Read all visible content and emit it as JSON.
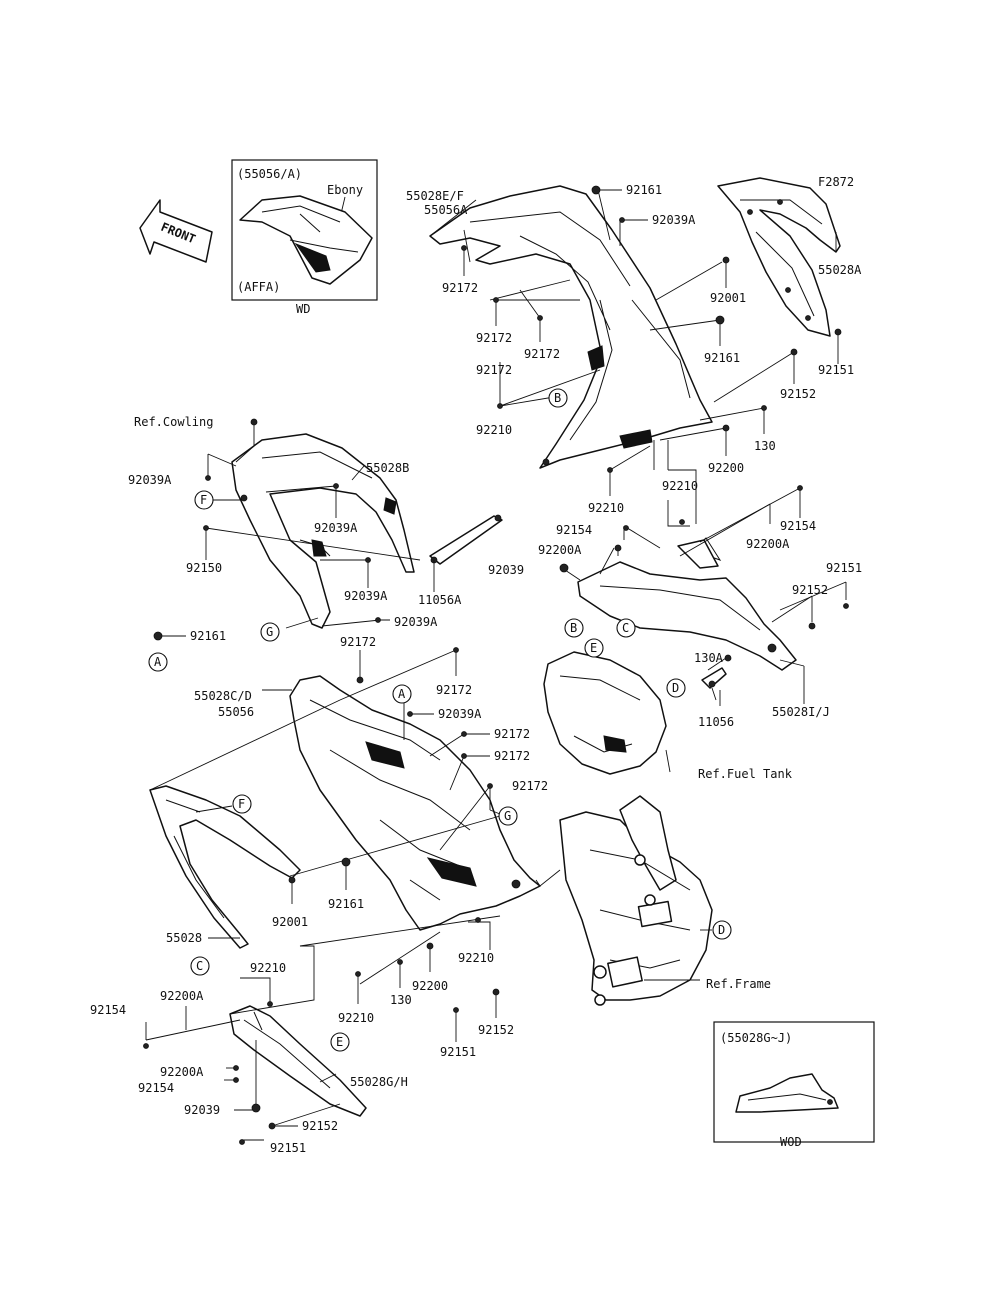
{
  "diagram_code": "F2872",
  "front_label": "FRONT",
  "inset_wd": {
    "header": "(55056/A)",
    "color_note": "Ebony",
    "variant": "(AFFA)",
    "caption": "WD"
  },
  "inset_wod": {
    "header": "(55028G~J)",
    "caption": "WOD"
  },
  "references": {
    "cowling": "Ref.Cowling",
    "fuel_tank": "Ref.Fuel Tank",
    "frame": "Ref.Frame"
  },
  "circle_markers": {
    "A": "A",
    "B": "B",
    "C": "C",
    "D": "D",
    "E": "E",
    "F": "F",
    "G": "G"
  },
  "part_labels": {
    "p55028EF": "55028E/F",
    "p55056A": "55056A",
    "p92161_top": "92161",
    "p92039A_top": "92039A",
    "p92172_a": "92172",
    "p92172_b": "92172",
    "p92172_c": "92172",
    "p92172_d": "92172",
    "p92001_top": "92001",
    "p92161_mid": "92161",
    "p55028A": "55028A",
    "p92151_top": "92151",
    "p92152_top": "92152",
    "p92210_a": "92210",
    "p130_top": "130",
    "p92200_top": "92200",
    "p92210_b": "92210",
    "p92210_c": "92210",
    "p92154_a": "92154",
    "p92154_b": "92154",
    "p92200A_a": "92200A",
    "p92200A_b": "92200A",
    "p92039_mid": "92039",
    "p92151_mid": "92151",
    "p92152_mid": "92152",
    "p130A": "130A",
    "p11056": "11056",
    "p55028IJ": "55028I/J",
    "p92039A_l1": "92039A",
    "p55028B": "55028B",
    "p92039A_l2": "92039A",
    "p92150": "92150",
    "p92039A_l3": "92039A",
    "p11056A": "11056A",
    "p92039A_l4": "92039A",
    "p92161_left": "92161",
    "p92172_e": "92172",
    "p92172_f": "92172",
    "p55028CD": "55028C/D",
    "p55056": "55056",
    "p92039A_l5": "92039A",
    "p92172_g": "92172",
    "p92172_h": "92172",
    "p92172_i": "92172",
    "p55028": "55028",
    "p92001_low": "92001",
    "p92161_low": "92161",
    "p92210_d": "92210",
    "p92210_e": "92210",
    "p92210_f": "92210",
    "p130_low": "130",
    "p92200_low": "92200",
    "p92152_low": "92152",
    "p92151_low": "92151",
    "p92154_c": "92154",
    "p92200A_c": "92200A",
    "p92200A_d": "92200A",
    "p92154_d": "92154",
    "p55028GH": "55028G/H",
    "p92039_low": "92039",
    "p92152_bot": "92152",
    "p92151_bot": "92151"
  }
}
